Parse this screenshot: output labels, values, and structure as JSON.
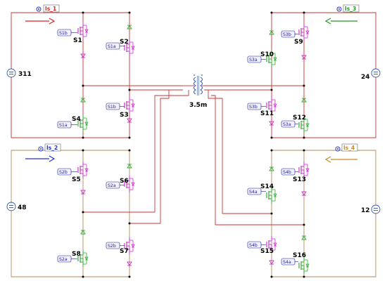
{
  "probes": {
    "is1": "Is_1",
    "is2": "Is_2",
    "is3": "Is_3",
    "is4": "Is_4"
  },
  "sources": {
    "v311": "311",
    "v48": "48",
    "v24": "24",
    "v12": "12"
  },
  "transformer": {
    "label": "3.5m"
  },
  "switches": {
    "s1": "S1",
    "s2": "S2",
    "s3": "S3",
    "s4": "S4",
    "s5": "S5",
    "s6": "S6",
    "s7": "S7",
    "s8": "S8",
    "s9": "S9",
    "s10": "S10",
    "s11": "S11",
    "s12": "S12",
    "s13": "S13",
    "s14": "S14",
    "s15": "S15",
    "s16": "S16"
  },
  "gates": {
    "s1": "S1b",
    "s2": "S1a",
    "s3": "S1b",
    "s4": "S1a",
    "s5": "S2b",
    "s6": "S2a",
    "s7": "S2b",
    "s8": "S2a",
    "s9": "S3b",
    "s10": "S3a",
    "s11": "S3b",
    "s12": "S3a",
    "s13": "S4b",
    "s14": "S4a",
    "s15": "S4b",
    "s16": "S4a"
  },
  "colors": {
    "wire_top": "#cc3333",
    "wire_bottom": "#b08a5a",
    "switch": "#cc33cc",
    "diode_green": "#33aa33",
    "probe1": "#dd2222",
    "probe2": "#2233cc",
    "probe3": "#229922",
    "probe4": "#cc8822"
  }
}
